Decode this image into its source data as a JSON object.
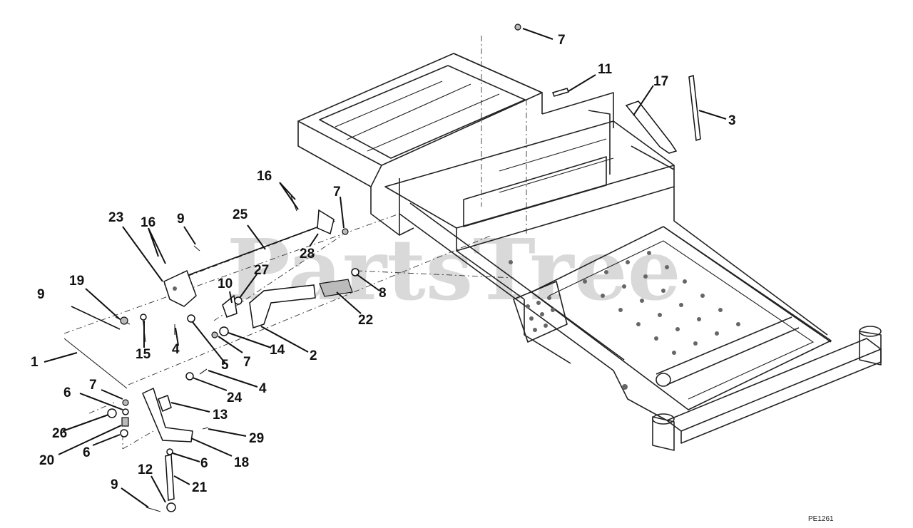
{
  "watermark": "PartsTree",
  "drawing_code": "PE1261",
  "callouts": [
    {
      "id": "c7a",
      "text": "7"
    },
    {
      "id": "c11",
      "text": "11"
    },
    {
      "id": "c17",
      "text": "17"
    },
    {
      "id": "c3",
      "text": "3"
    },
    {
      "id": "c16a",
      "text": "16"
    },
    {
      "id": "c7b",
      "text": "7"
    },
    {
      "id": "c25",
      "text": "25"
    },
    {
      "id": "c23",
      "text": "23"
    },
    {
      "id": "c16b",
      "text": "16"
    },
    {
      "id": "c9a",
      "text": "9"
    },
    {
      "id": "c28",
      "text": "28"
    },
    {
      "id": "c8",
      "text": "8"
    },
    {
      "id": "c27",
      "text": "27"
    },
    {
      "id": "c10",
      "text": "10"
    },
    {
      "id": "c19",
      "text": "19"
    },
    {
      "id": "c9b",
      "text": "9"
    },
    {
      "id": "c22",
      "text": "22"
    },
    {
      "id": "c15",
      "text": "15"
    },
    {
      "id": "c4a",
      "text": "4"
    },
    {
      "id": "c5",
      "text": "5"
    },
    {
      "id": "c7c",
      "text": "7"
    },
    {
      "id": "c14",
      "text": "14"
    },
    {
      "id": "c2",
      "text": "2"
    },
    {
      "id": "c1",
      "text": "1"
    },
    {
      "id": "c7d",
      "text": "7"
    },
    {
      "id": "c4b",
      "text": "4"
    },
    {
      "id": "c6a",
      "text": "6"
    },
    {
      "id": "c24",
      "text": "24"
    },
    {
      "id": "c13",
      "text": "13"
    },
    {
      "id": "c26",
      "text": "26"
    },
    {
      "id": "c29",
      "text": "29"
    },
    {
      "id": "c20",
      "text": "20"
    },
    {
      "id": "c6b",
      "text": "6"
    },
    {
      "id": "c18",
      "text": "18"
    },
    {
      "id": "c12",
      "text": "12"
    },
    {
      "id": "c6c",
      "text": "6"
    },
    {
      "id": "c21",
      "text": "21"
    },
    {
      "id": "c9c",
      "text": "9"
    }
  ]
}
